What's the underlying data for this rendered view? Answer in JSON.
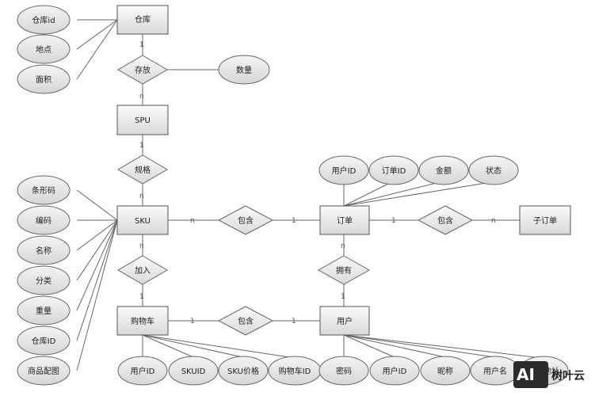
{
  "entities": {
    "warehouse": "仓库",
    "spu": "SPU",
    "sku": "SKU",
    "cart": "购物车",
    "order": "订单",
    "suborder": "子订单",
    "user": "用户"
  },
  "relationships": {
    "store": "存放",
    "spec": "规格",
    "contain_sku_order": "包含",
    "join": "加入",
    "contain_cart_user": "包含",
    "own": "拥有",
    "contain_order_sub": "包含"
  },
  "attributes": {
    "warehouse_id": "仓库id",
    "location": "地点",
    "area": "面积",
    "quantity": "数量",
    "barcode": "条形码",
    "code": "编码",
    "name": "名称",
    "category": "分类",
    "weight": "重量",
    "sku_warehouse_id": "仓库ID",
    "image": "商品配图",
    "order_user_id": "用户ID",
    "order_id": "订单ID",
    "amount": "金额",
    "status": "状态",
    "cart_user_id": "用户ID",
    "cart_skuid": "SKUID",
    "cart_sku_price": "SKU价格",
    "cart_id": "购物车ID",
    "password": "密码",
    "user_user_id": "用户ID",
    "nickname": "昵称",
    "username": "用户名",
    "user_extra": "头像地址"
  },
  "cardinalities": {
    "warehouse_store": "1",
    "store_spu": "n",
    "spu_spec": "1",
    "spec_sku": "n",
    "sku_contain": "n",
    "contain_order": "1",
    "sku_join": "n",
    "join_cart": "1",
    "cart_contain": "1",
    "contain_user": "1",
    "order_own": "n",
    "own_user": "1",
    "order_contain": "1",
    "contain_sub": "n"
  },
  "watermark": {
    "logo": "AI",
    "text": "树叶云"
  }
}
